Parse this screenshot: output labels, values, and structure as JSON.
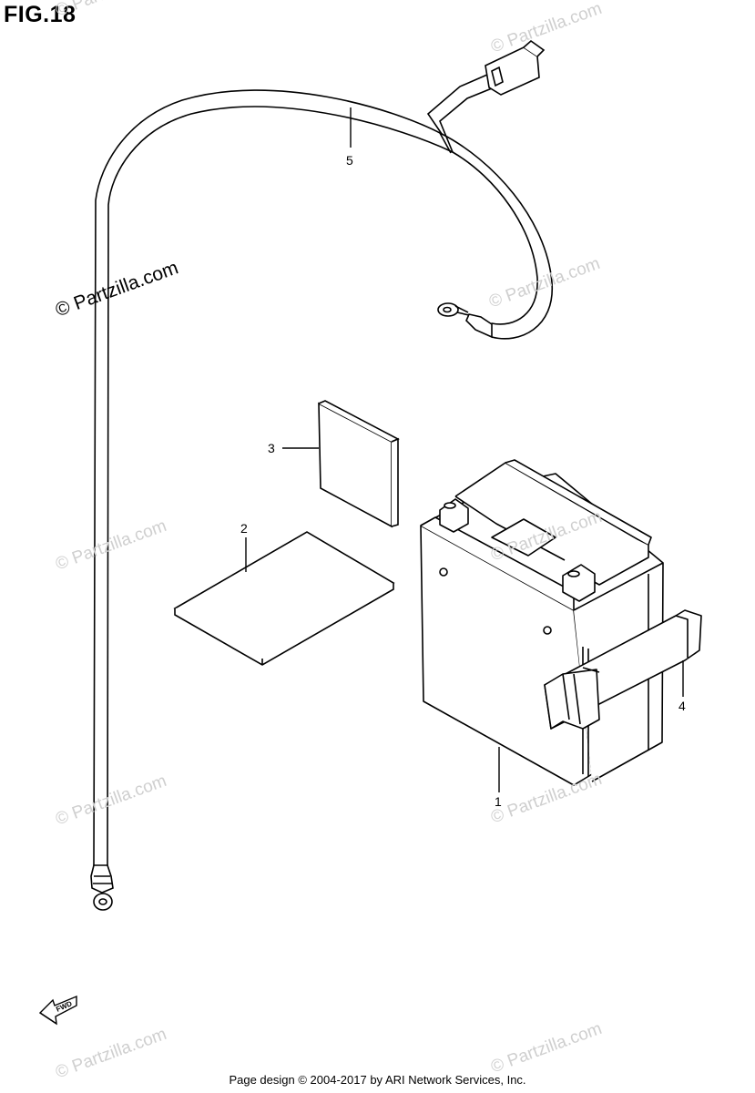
{
  "figure": {
    "title": "FIG.18"
  },
  "callouts": [
    {
      "id": "1",
      "label": "1"
    },
    {
      "id": "2",
      "label": "2"
    },
    {
      "id": "3",
      "label": "3"
    },
    {
      "id": "4",
      "label": "4"
    },
    {
      "id": "5",
      "label": "5"
    }
  ],
  "direction_marker": {
    "label": "FWD"
  },
  "watermark": {
    "text": "© Partzilla.com"
  },
  "footer": {
    "text": "Page design © 2004-2017 by ARI Network Services, Inc."
  }
}
